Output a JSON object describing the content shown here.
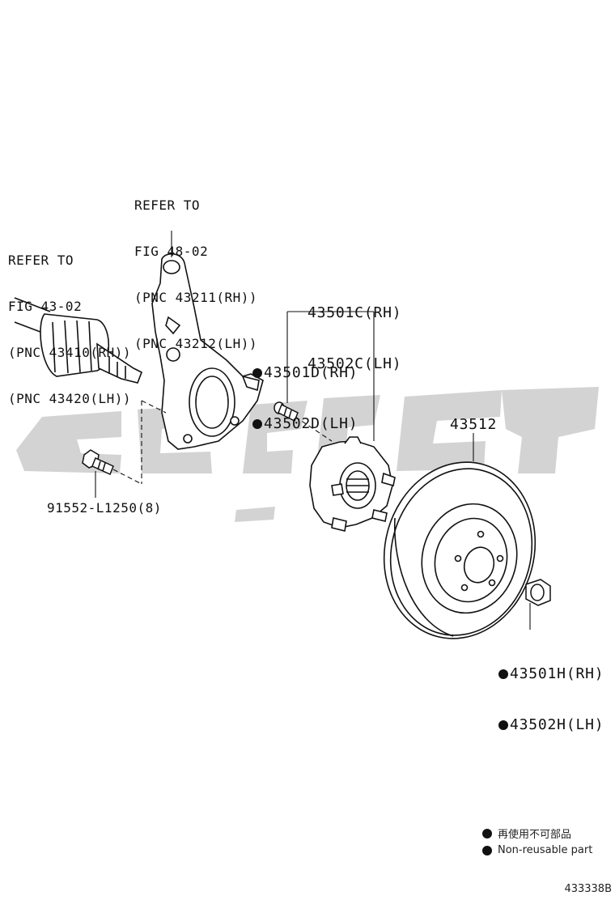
{
  "callouts": {
    "knuckle_ref": [
      "REFER TO",
      "FIG 48-02",
      "(PNC 43211(RH))",
      "(PNC 43212(LH))"
    ],
    "shaft_ref": [
      "REFER TO",
      "FIG 43-02",
      "(PNC 43410(RH))",
      "(PNC 43420(LH))"
    ],
    "hub_assy": [
      "43501C(RH)",
      "43502C(LH)"
    ],
    "hub_bolt": [
      "43501D(RH)",
      "43502D(LH)"
    ],
    "rotor": "43512",
    "bolt": "91552-L1250(8)",
    "nut": [
      "43501H(RH)",
      "43502H(LH)"
    ]
  },
  "legend": {
    "jp": "再使用不可部品",
    "en": "Non-reusable part"
  },
  "figure_id": "433338B",
  "colors": {
    "line": "#111111",
    "watermark": "#d4d4d4",
    "fill": "#ffffff"
  }
}
